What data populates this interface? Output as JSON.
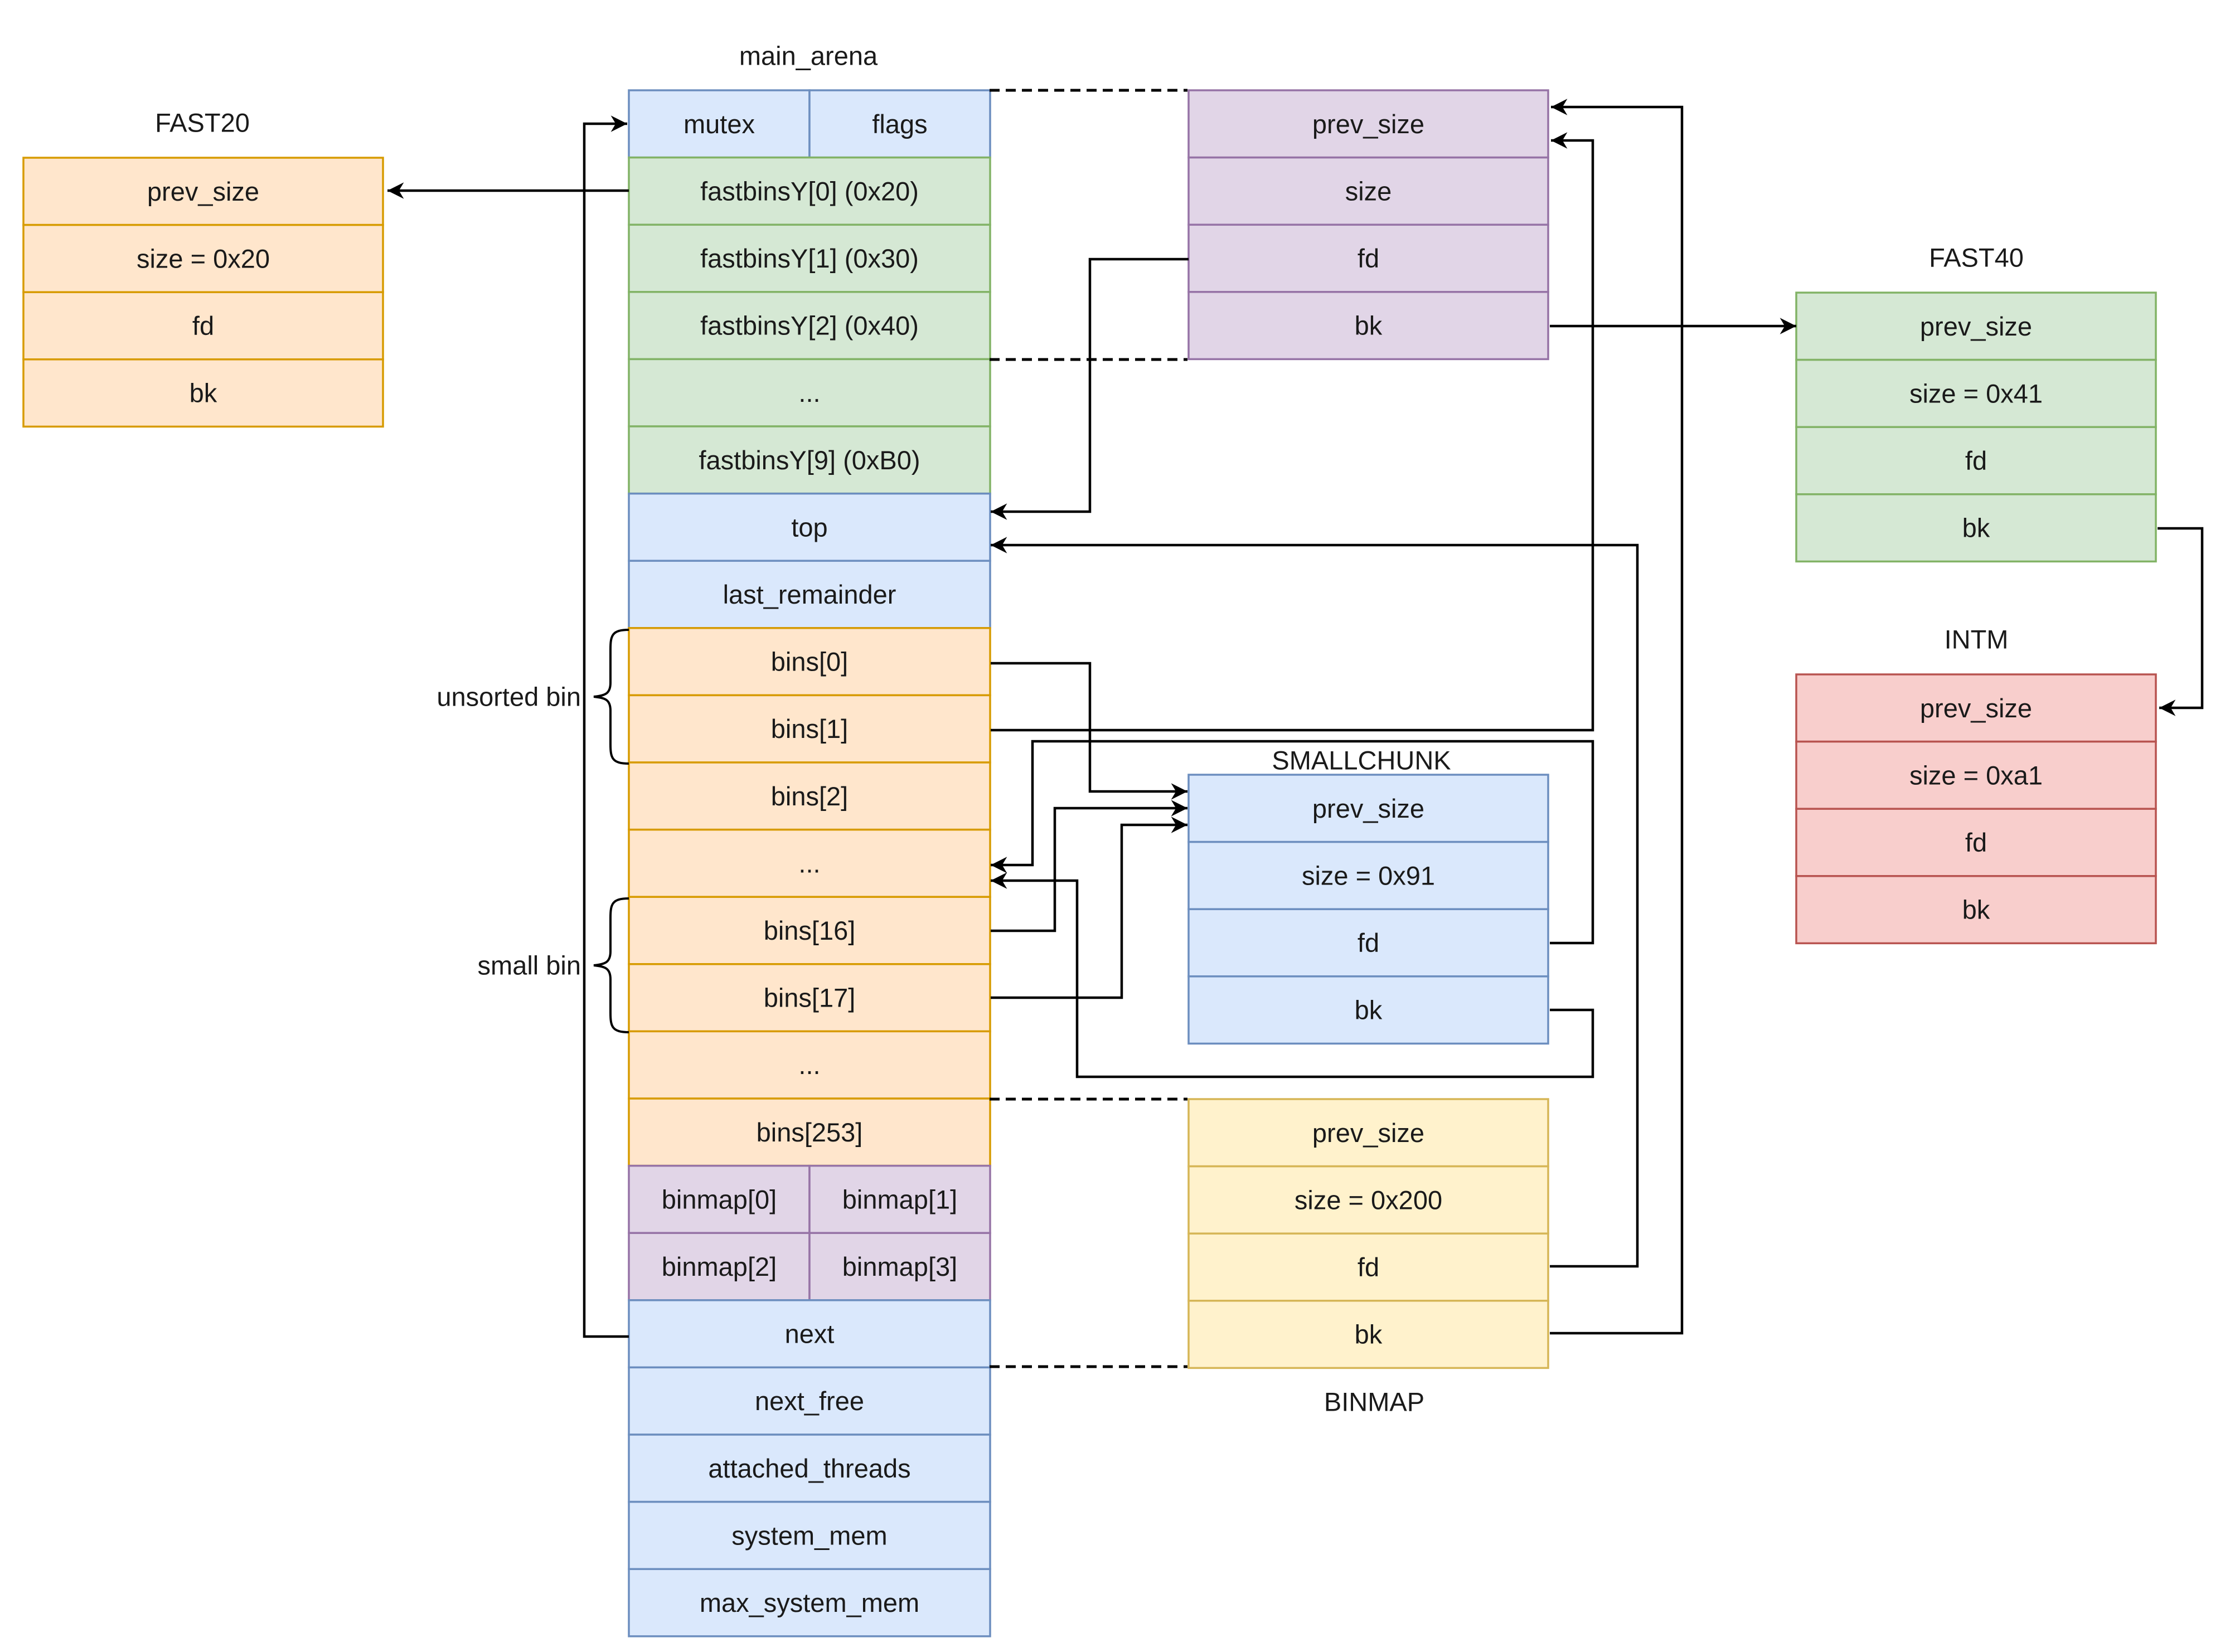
{
  "colors": {
    "blue": {
      "fill": "#dae8fc",
      "stroke": "#6c8ebf"
    },
    "green": {
      "fill": "#d5e8d4",
      "stroke": "#82b366"
    },
    "orange": {
      "fill": "#ffe6cc",
      "stroke": "#d79b00"
    },
    "purple": {
      "fill": "#e1d5e7",
      "stroke": "#9673a6"
    },
    "red": {
      "fill": "#f8cecc",
      "stroke": "#b85450"
    },
    "yellow": {
      "fill": "#fff2cc",
      "stroke": "#d6b656"
    }
  },
  "main_arena": {
    "title": "main_arena",
    "mutex": "mutex",
    "flags": "flags",
    "fastbins": [
      "fastbinsY[0] (0x20)",
      "fastbinsY[1] (0x30)",
      "fastbinsY[2] (0x40)",
      "...",
      "fastbinsY[9] (0xB0)"
    ],
    "top": "top",
    "last_remainder": "last_remainder",
    "bins": [
      "bins[0]",
      "bins[1]",
      "bins[2]",
      "...",
      "bins[16]",
      "bins[17]",
      "...",
      "bins[253]"
    ],
    "binmap": [
      "binmap[0]",
      "binmap[1]",
      "binmap[2]",
      "binmap[3]"
    ],
    "tail": [
      "next",
      "next_free",
      "attached_threads",
      "system_mem",
      "max_system_mem"
    ]
  },
  "bin_groups": {
    "unsorted": "unsorted bin",
    "small": "small bin"
  },
  "fast20": {
    "title": "FAST20",
    "fields": [
      "prev_size",
      "size = 0x20",
      "fd",
      "bk"
    ]
  },
  "detail_chunk": {
    "fields": [
      "prev_size",
      "size",
      "fd",
      "bk"
    ]
  },
  "fast40": {
    "title": "FAST40",
    "fields": [
      "prev_size",
      "size = 0x41",
      "fd",
      "bk"
    ]
  },
  "intm": {
    "title": "INTM",
    "fields": [
      "prev_size",
      "size = 0xa1",
      "fd",
      "bk"
    ]
  },
  "smallchunk": {
    "title": "SMALLCHUNK",
    "fields": [
      "prev_size",
      "size = 0x91",
      "fd",
      "bk"
    ]
  },
  "binmap_chunk": {
    "title": "BINMAP",
    "fields": [
      "prev_size",
      "size = 0x200",
      "fd",
      "bk"
    ]
  }
}
